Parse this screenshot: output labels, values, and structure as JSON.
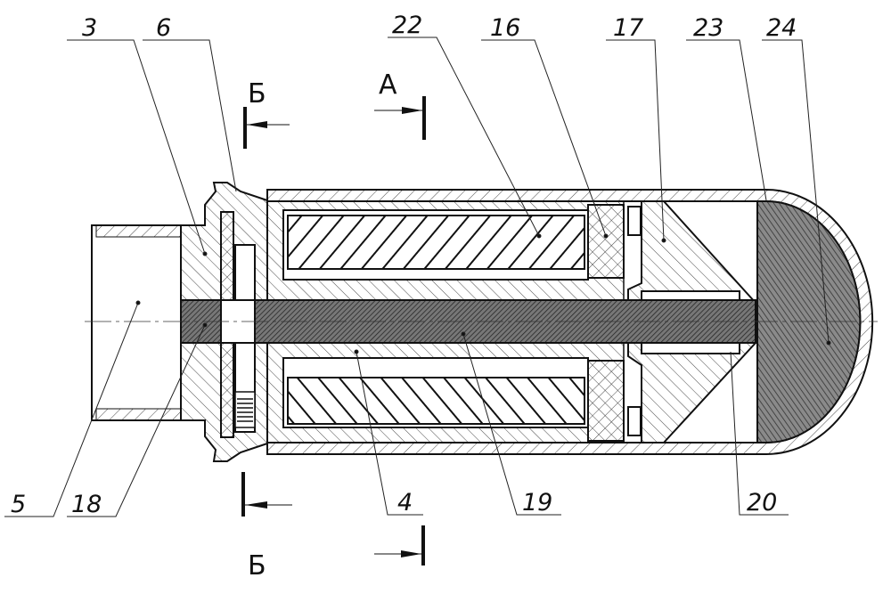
{
  "labels": {
    "l3": "3",
    "l6": "6",
    "l22": "22",
    "l16": "16",
    "l17": "17",
    "l23": "23",
    "l24": "24",
    "l5": "5",
    "l18": "18",
    "l4": "4",
    "l19": "19",
    "l20": "20"
  },
  "sections": {
    "b_top": "Б",
    "a_top": "А",
    "b_bottom": "Б"
  }
}
